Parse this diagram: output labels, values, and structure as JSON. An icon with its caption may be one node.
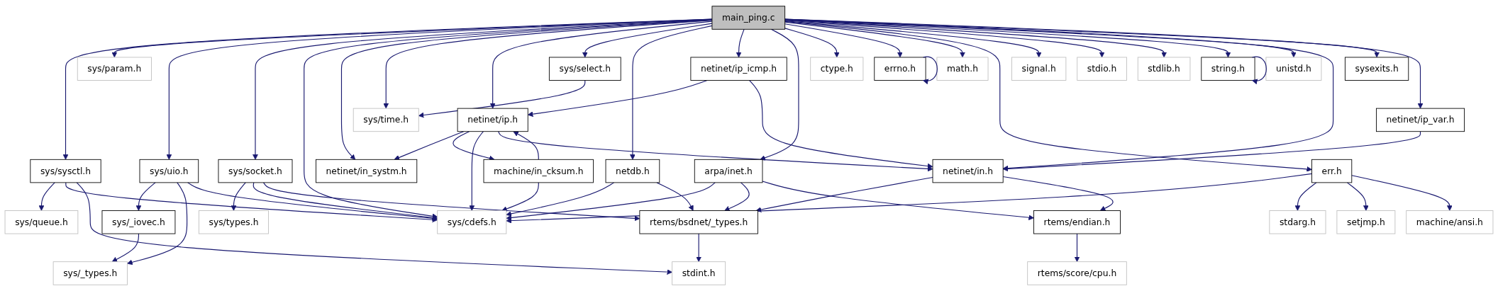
{
  "diagram": {
    "nodes": [
      {
        "text": [
          "main_ping.c"
        ]
      },
      {
        "text": [
          "sys/param.h"
        ]
      },
      {
        "text": [
          "sys/uio.h"
        ]
      },
      {
        "text": [
          "sys/select.h"
        ]
      },
      {
        "text": [
          "netinet/ip_icmp.h"
        ]
      },
      {
        "text": [
          "ctype.h"
        ]
      },
      {
        "text": [
          "errno.h"
        ]
      },
      {
        "text": [
          "math.h"
        ]
      },
      {
        "text": [
          "err.h"
        ]
      },
      {
        "text": [
          "signal.h"
        ]
      },
      {
        "text": [
          "stdio.h"
        ]
      },
      {
        "text": [
          "stdlib.h"
        ]
      },
      {
        "text": [
          "string.h"
        ]
      },
      {
        "text": [
          "unistd.h"
        ]
      },
      {
        "text": [
          "sysexits.h"
        ]
      },
      {
        "text": [
          "sys/_iovec.h"
        ]
      },
      {
        "text": [
          "sys/time.h"
        ]
      },
      {
        "text": [
          "netinet/ip.h"
        ]
      },
      {
        "text": [
          "stdarg.h"
        ]
      },
      {
        "text": [
          "setjmp.h"
        ]
      },
      {
        "text": [
          "machine/ansi.h"
        ]
      },
      {
        "text": [
          "netinet/ip_var.h"
        ]
      },
      {
        "text": [
          "sys/sysctl.h"
        ]
      },
      {
        "text": [
          "sys/_types.h"
        ]
      },
      {
        "text": [
          "sys/socket.h"
        ]
      },
      {
        "text": [
          "netinet/in_systm.h"
        ]
      },
      {
        "text": [
          "machine/in_cksum.h"
        ]
      },
      {
        "text": [
          "netdb.h"
        ]
      },
      {
        "text": [
          "arpa/inet.h"
        ]
      },
      {
        "text": [
          "netinet/in.h"
        ]
      },
      {
        "text": [
          "sys/queue.h"
        ]
      },
      {
        "text": [
          "sys/types.h"
        ]
      },
      {
        "text": [
          "sys/cdefs.h"
        ]
      },
      {
        "text": [
          "rtems/bsdnet/_types.h"
        ]
      },
      {
        "text": [
          "rtems/endian.h"
        ]
      },
      {
        "text": [
          "stdint.h"
        ]
      },
      {
        "text": [
          "rtems/score/cpu.h"
        ]
      }
    ],
    "edges": [
      {
        "from": 0,
        "to": 22,
        "arrow": "to"
      },
      {
        "from": 0,
        "to": 1,
        "arrow": "to"
      },
      {
        "from": 0,
        "to": 2,
        "arrow": "to"
      },
      {
        "from": 0,
        "to": 24,
        "arrow": "to"
      },
      {
        "from": 0,
        "to": 32,
        "arrow": "to"
      },
      {
        "from": 0,
        "to": 25,
        "arrow": "to"
      },
      {
        "from": 0,
        "to": 16,
        "arrow": "to"
      },
      {
        "from": 0,
        "to": 17,
        "arrow": "to"
      },
      {
        "from": 0,
        "to": 3,
        "arrow": "to"
      },
      {
        "from": 0,
        "to": 27,
        "arrow": "to"
      },
      {
        "from": 0,
        "to": 4,
        "arrow": "to"
      },
      {
        "from": 0,
        "to": 28,
        "arrow": "to"
      },
      {
        "from": 0,
        "to": 5,
        "arrow": "to"
      },
      {
        "from": 0,
        "to": 6,
        "arrow": "to"
      },
      {
        "from": 0,
        "to": 7,
        "arrow": "to"
      },
      {
        "from": 0,
        "to": 8,
        "arrow": "to"
      },
      {
        "from": 0,
        "to": 9,
        "arrow": "to"
      },
      {
        "from": 0,
        "to": 10,
        "arrow": "to"
      },
      {
        "from": 0,
        "to": 11,
        "arrow": "to"
      },
      {
        "from": 0,
        "to": 12,
        "arrow": "to"
      },
      {
        "from": 0,
        "to": 13,
        "arrow": "to"
      },
      {
        "from": 0,
        "to": 29,
        "arrow": "to"
      },
      {
        "from": 0,
        "to": 14,
        "arrow": "to"
      },
      {
        "from": 0,
        "to": 21,
        "arrow": "to"
      },
      {
        "from": 2,
        "to": 15,
        "arrow": "to"
      },
      {
        "from": 2,
        "to": 23,
        "arrow": "to"
      },
      {
        "from": 2,
        "to": 32,
        "arrow": "to"
      },
      {
        "from": 3,
        "to": 16,
        "arrow": "to"
      },
      {
        "from": 4,
        "to": 17,
        "arrow": "to"
      },
      {
        "from": 4,
        "to": 29,
        "arrow": "to"
      },
      {
        "from": 6,
        "to": 6,
        "arrow": "to"
      },
      {
        "from": 8,
        "to": 32,
        "arrow": "to"
      },
      {
        "from": 8,
        "to": 18,
        "arrow": "to"
      },
      {
        "from": 8,
        "to": 19,
        "arrow": "to"
      },
      {
        "from": 8,
        "to": 20,
        "arrow": "to"
      },
      {
        "from": 12,
        "to": 12,
        "arrow": "to"
      },
      {
        "from": 15,
        "to": 23,
        "arrow": "to"
      },
      {
        "from": 17,
        "to": 25,
        "arrow": "to"
      },
      {
        "from": 17,
        "to": 26,
        "arrow": "to"
      },
      {
        "from": 17,
        "to": 32,
        "arrow": "to"
      },
      {
        "from": 17,
        "to": 29,
        "arrow": "to"
      },
      {
        "from": 21,
        "to": 29,
        "arrow": "to"
      },
      {
        "from": 22,
        "to": 30,
        "arrow": "to"
      },
      {
        "from": 22,
        "to": 32,
        "arrow": "to"
      },
      {
        "from": 22,
        "to": 35,
        "arrow": "to"
      },
      {
        "from": 24,
        "to": 31,
        "arrow": "to"
      },
      {
        "from": 24,
        "to": 32,
        "arrow": "to"
      },
      {
        "from": 24,
        "to": 33,
        "arrow": "to"
      },
      {
        "from": 26,
        "to": 17,
        "arrow": "to"
      },
      {
        "from": 26,
        "to": 32,
        "arrow": "to"
      },
      {
        "from": 27,
        "to": 32,
        "arrow": "to"
      },
      {
        "from": 27,
        "to": 33,
        "arrow": "to"
      },
      {
        "from": 28,
        "to": 32,
        "arrow": "to"
      },
      {
        "from": 28,
        "to": 33,
        "arrow": "to"
      },
      {
        "from": 28,
        "to": 34,
        "arrow": "to"
      },
      {
        "from": 29,
        "to": 33,
        "arrow": "to"
      },
      {
        "from": 29,
        "to": 34,
        "arrow": "to"
      },
      {
        "from": 33,
        "to": 35,
        "arrow": "to"
      },
      {
        "from": 34,
        "to": 36,
        "arrow": "to"
      }
    ]
  }
}
